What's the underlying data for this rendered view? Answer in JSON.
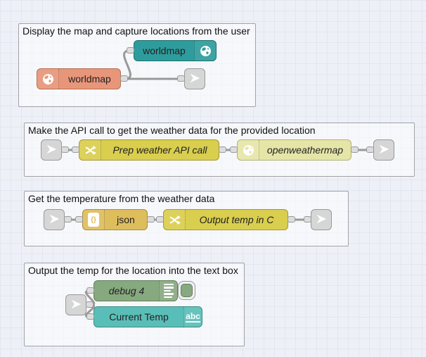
{
  "canvas": {
    "background_color": "#eef0f7",
    "grid_line_color": "#e3e6f1",
    "wire_color": "#999999",
    "port_color": "#dddddd"
  },
  "groups": [
    {
      "title": "Display the map and capture locations from the user",
      "nodes": [
        {
          "label": "worldmap",
          "icon": "globe-icon",
          "color": "#2E9C9C"
        },
        {
          "label": "worldmap",
          "icon": "globe-icon",
          "color": "#E8967A"
        },
        {
          "label": "",
          "icon": "paper-plane-icon",
          "color": "#D6D6D6"
        }
      ]
    },
    {
      "title": "Make the API call to get the weather data for the provided location",
      "nodes": [
        {
          "label": "",
          "icon": "paper-plane-icon",
          "color": "#D6D6D6"
        },
        {
          "label": "Prep weather API call",
          "icon": "function-icon",
          "color": "#D9CE4E"
        },
        {
          "label": "openweathermap",
          "icon": "globe-icon",
          "color": "#E6E5A8"
        },
        {
          "label": "",
          "icon": "paper-plane-icon",
          "color": "#D6D6D6"
        }
      ]
    },
    {
      "title": "Get the temperature from the weather data",
      "nodes": [
        {
          "label": "",
          "icon": "paper-plane-icon",
          "color": "#D6D6D6"
        },
        {
          "label": "json",
          "icon": "json-file-icon",
          "icon_text": "{}",
          "color": "#DEBD5C"
        },
        {
          "label": "Output temp in C",
          "icon": "function-icon",
          "color": "#D9CE4E"
        },
        {
          "label": "",
          "icon": "paper-plane-icon",
          "color": "#D6D6D6"
        }
      ]
    },
    {
      "title": "Output the temp for the location into the text box",
      "nodes": [
        {
          "label": "",
          "icon": "paper-plane-icon",
          "color": "#D6D6D6"
        },
        {
          "label": "debug 4",
          "icon": "debug-output-icon",
          "color": "#87A980"
        },
        {
          "label": "Current Temp",
          "icon": "text-abc-icon",
          "icon_text": "abc",
          "color": "#5ABEB8"
        }
      ]
    }
  ]
}
